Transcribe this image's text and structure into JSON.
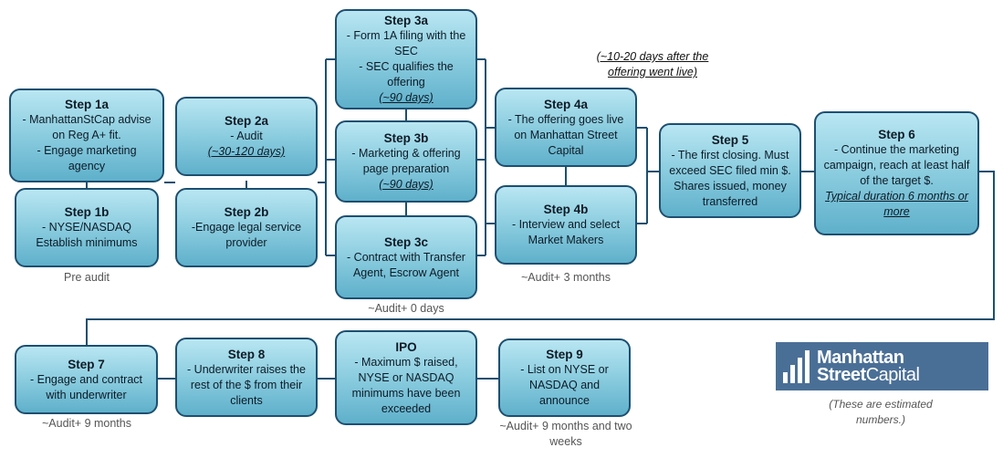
{
  "steps": {
    "s1a": {
      "title": "Step 1a",
      "lines": [
        "- ManhattanStCap advise on Reg A+ fit.",
        "- Engage marketing agency"
      ]
    },
    "s1b": {
      "title": "Step 1b",
      "lines": [
        "- NYSE/NASDAQ Establish minimums"
      ]
    },
    "s2a": {
      "title": "Step 2a",
      "lines": [
        "- Audit"
      ],
      "duration": "(~30-120 days)"
    },
    "s2b": {
      "title": "Step 2b",
      "lines": [
        "-Engage legal service provider"
      ]
    },
    "s3a": {
      "title": "Step 3a",
      "lines": [
        "- Form 1A filing with the SEC",
        "- SEC qualifies the offering"
      ],
      "duration": "(~90 days)"
    },
    "s3b": {
      "title": "Step 3b",
      "lines": [
        "- Marketing & offering page preparation"
      ],
      "duration": "(~90 days)"
    },
    "s3c": {
      "title": "Step 3c",
      "lines": [
        "- Contract with Transfer Agent, Escrow Agent"
      ]
    },
    "s4a": {
      "title": "Step 4a",
      "lines": [
        "- The offering goes live on Manhattan Street Capital"
      ]
    },
    "s4b": {
      "title": "Step 4b",
      "lines": [
        "- Interview and select Market Makers"
      ]
    },
    "s5": {
      "title": "Step 5",
      "lines": [
        "- The first closing. Must exceed SEC filed min $. Shares issued, money transferred"
      ]
    },
    "s6": {
      "title": "Step 6",
      "lines": [
        "- Continue the marketing campaign, reach at least half of the target $."
      ],
      "duration": "Typical duration 6 months or more"
    },
    "s7": {
      "title": "Step 7",
      "lines": [
        "- Engage and contract with underwriter"
      ]
    },
    "s8": {
      "title": "Step 8",
      "lines": [
        "- Underwriter raises the rest of the $ from their clients"
      ]
    },
    "ipo": {
      "title": "IPO",
      "lines": [
        "- Maximum $ raised, NYSE or NASDAQ minimums have been exceeded"
      ]
    },
    "s9": {
      "title": "Step 9",
      "lines": [
        "- List on NYSE or NASDAQ and announce"
      ]
    }
  },
  "notes": {
    "pre_audit": "Pre audit",
    "audit_0": "~Audit+ 0 days",
    "audit_3m": "~Audit+ 3 months",
    "audit_9m": "~Audit+ 9 months",
    "audit_9m2w": "~Audit+ 9 months and two weeks",
    "after_live": "(~10-20 days after the offering went live)",
    "estimated": "(These are estimated numbers.)"
  },
  "logo": {
    "line1": "Manhattan",
    "line2a": "Street",
    "line2b": "Capital"
  },
  "colors": {
    "box_border": "#1d4f70",
    "box_top": "#b9e6f2",
    "box_bottom": "#5fb0cb",
    "connector": "#1d4f70",
    "logo_bg": "#4a6f96"
  }
}
